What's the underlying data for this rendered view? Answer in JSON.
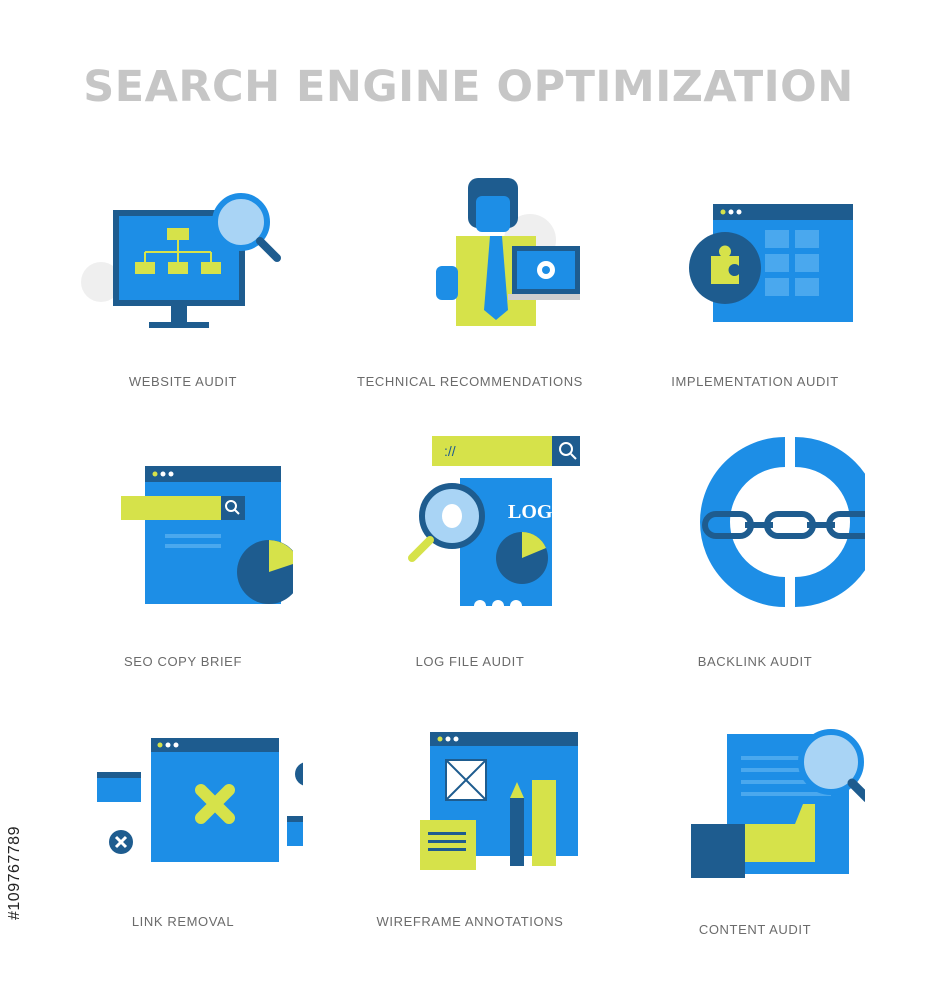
{
  "title": "SEARCH ENGINE OPTIMIZATION",
  "stock_id": "#109767789",
  "colors": {
    "blue": "#1d8ee6",
    "dark_blue": "#1e5c8f",
    "yellow": "#d6e24a",
    "title_gray": "#c6c6c6",
    "label_gray": "#6b6b6b"
  },
  "icons": [
    {
      "label": "WEBSITE AUDIT",
      "icon": "monitor-sitemap-magnifier-icon"
    },
    {
      "label": "TECHNICAL RECOMMENDATIONS",
      "icon": "consultant-laptop-gear-icon"
    },
    {
      "label": "IMPLEMENTATION AUDIT",
      "icon": "browser-puzzle-icon"
    },
    {
      "label": "SEO COPY BRIEF",
      "icon": "browser-search-pie-icon"
    },
    {
      "label": "LOG FILE AUDIT",
      "icon": "log-file-bug-magnifier-icon",
      "badge": "LOG",
      "search_text": "://"
    },
    {
      "label": "BACKLINK AUDIT",
      "icon": "broken-ring-chain-icon"
    },
    {
      "label": "LINK REMOVAL",
      "icon": "browser-remove-icon"
    },
    {
      "label": "WIREFRAME ANNOTATIONS",
      "icon": "wireframe-pencil-ruler-icon"
    },
    {
      "label": "CONTENT AUDIT",
      "icon": "document-hand-magnifier-icon"
    }
  ]
}
